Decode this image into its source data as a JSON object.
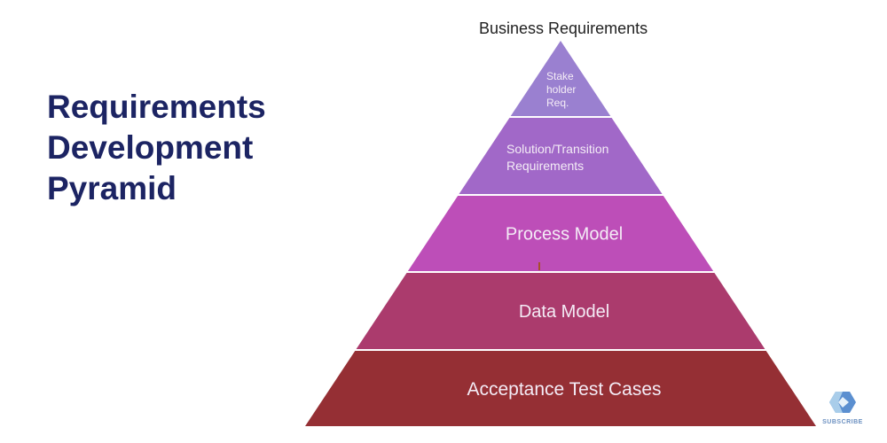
{
  "title": {
    "lines": [
      "Requirements",
      "Development",
      "Pyramid"
    ]
  },
  "pyramid": {
    "top_label": "Business Requirements",
    "tiers": [
      {
        "lines": [
          "Stake",
          "holder",
          "Req."
        ],
        "color": "#9a80d0"
      },
      {
        "lines": [
          "Solution/Transition",
          "Requirements"
        ],
        "color": "#a168c8"
      },
      {
        "lines": [
          "Process Model"
        ],
        "color": "#bd4eb8"
      },
      {
        "lines": [
          "Data Model"
        ],
        "color": "#ab3b6d"
      },
      {
        "lines": [
          "Acceptance Test Cases"
        ],
        "color": "#952f34"
      }
    ]
  },
  "subscribe": {
    "label": "SUBSCRIBE",
    "icon": "subscribe-logo-icon"
  }
}
